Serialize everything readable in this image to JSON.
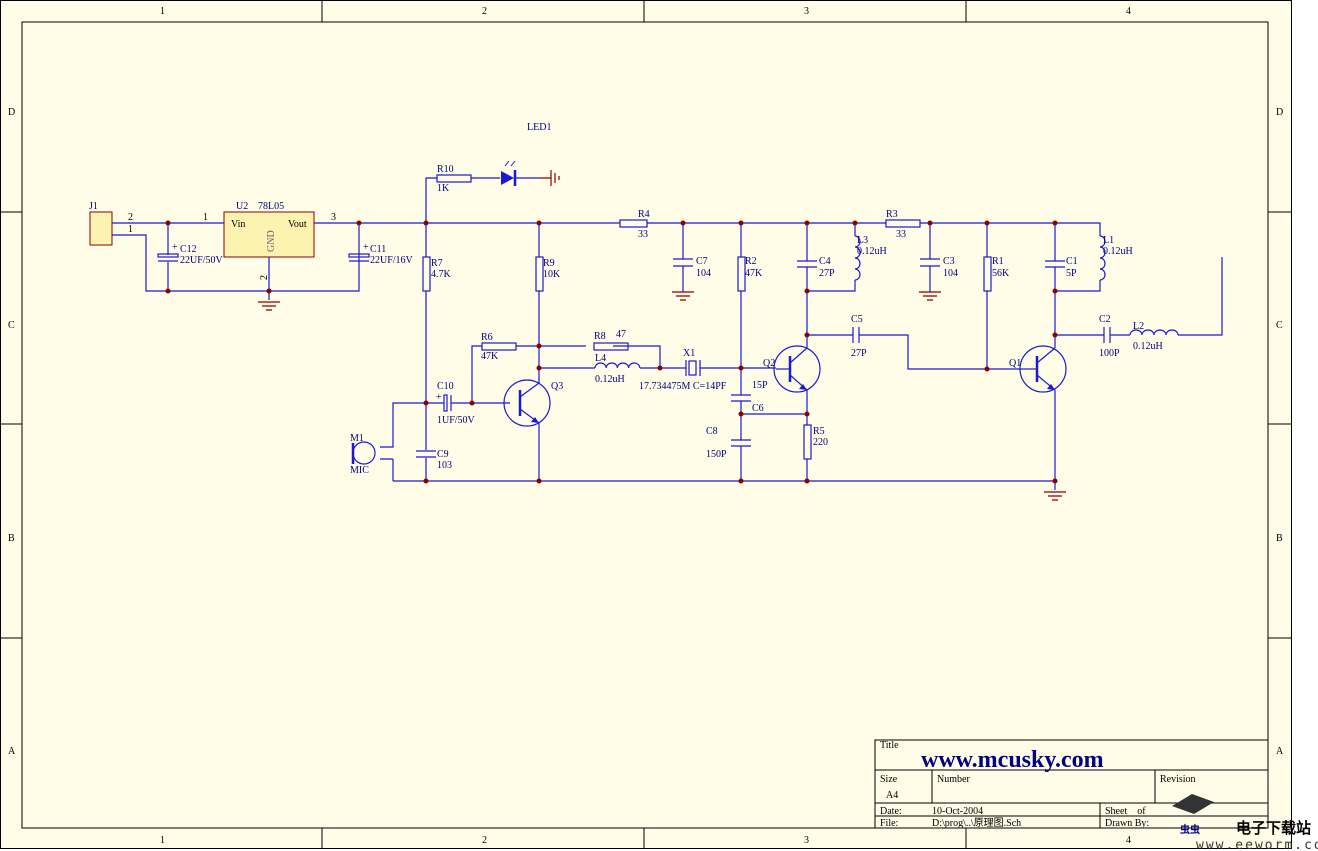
{
  "frame": {
    "columns": [
      "1",
      "2",
      "3",
      "4"
    ],
    "rows": [
      "D",
      "C",
      "B",
      "A"
    ]
  },
  "components": {
    "J1": {
      "ref": "J1",
      "pin2": "2",
      "pin1": "1"
    },
    "U2": {
      "ref": "U2",
      "value": "78L05",
      "vin": "Vin",
      "vout": "Vout",
      "gnd": "GND",
      "pin1": "1",
      "pin2": "2",
      "pin3": "3"
    },
    "C12": {
      "ref": "C12",
      "value": "22UF/50V",
      "plus": "+"
    },
    "C11": {
      "ref": "C11",
      "value": "22UF/16V",
      "plus": "+"
    },
    "LED1": {
      "ref": "LED1"
    },
    "R10": {
      "ref": "R10",
      "value": "1K"
    },
    "R7": {
      "ref": "R7",
      "value": "4.7K"
    },
    "R9": {
      "ref": "R9",
      "value": "10K"
    },
    "R6": {
      "ref": "R6",
      "value": "47K"
    },
    "R8": {
      "ref": "R8",
      "value": "47"
    },
    "L4": {
      "ref": "L4",
      "value": "0.12uH"
    },
    "X1": {
      "ref": "X1",
      "value": "17.734475M C=14PF"
    },
    "C10": {
      "ref": "C10",
      "value": "1UF/50V",
      "plus": "+"
    },
    "C9": {
      "ref": "C9",
      "value": "103"
    },
    "M1": {
      "ref": "M1",
      "value": "MIC"
    },
    "Q3": {
      "ref": "Q3"
    },
    "R4": {
      "ref": "R4",
      "value": "33"
    },
    "C7": {
      "ref": "C7",
      "value": "104"
    },
    "R2": {
      "ref": "R2",
      "value": "47K"
    },
    "C6": {
      "ref": "C6",
      "value": "15P"
    },
    "C8": {
      "ref": "C8",
      "value": "150P"
    },
    "Q2": {
      "ref": "Q2"
    },
    "R5": {
      "ref": "R5",
      "value": "220"
    },
    "C4": {
      "ref": "C4",
      "value": "27P"
    },
    "L3": {
      "ref": "L3",
      "value": "0.12uH"
    },
    "C5": {
      "ref": "C5",
      "value": "27P"
    },
    "R3": {
      "ref": "R3",
      "value": "33"
    },
    "C3": {
      "ref": "C3",
      "value": "104"
    },
    "R1": {
      "ref": "R1",
      "value": "56K"
    },
    "C1": {
      "ref": "C1",
      "value": "5P"
    },
    "L1": {
      "ref": "L1",
      "value": "0.12uH"
    },
    "Q1": {
      "ref": "Q1"
    },
    "C2": {
      "ref": "C2",
      "value": "100P"
    },
    "L2": {
      "ref": "L2",
      "value": "0.12uH"
    }
  },
  "title_block": {
    "title_label": "Title",
    "title": "www.mcusky.com",
    "size_label": "Size",
    "size": "A4",
    "number_label": "Number",
    "revision_label": "Revision",
    "date_label": "Date:",
    "date": "10-Oct-2004",
    "file_label": "File:",
    "file": "D:\\prog\\..\\原理图.Sch",
    "sheet_label": "Sheet    of",
    "drawn_label": "Drawn By:"
  },
  "watermark": {
    "name": "电子下载站",
    "url": "www.eeworm.com"
  }
}
